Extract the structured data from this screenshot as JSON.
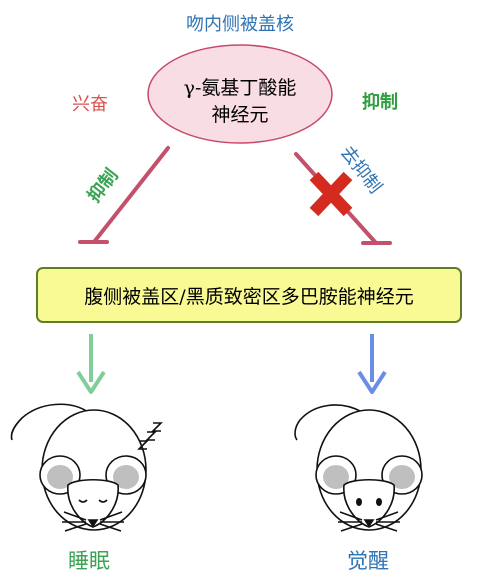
{
  "title": "吻内侧被盖核",
  "ellipse_label": "γ-氨基丁酸能神经元",
  "ellipse_lines": [
    "γ-氨基丁酸能",
    "神经元"
  ],
  "excite_label": "兴奋",
  "inhibit_right_label": "抑制",
  "inhibit_left_label": "抑制",
  "disinhibit_label": "去抑制",
  "box_label": "腹侧被盖区/黑质致密区多巴胺能神经元",
  "sleep_label": "睡眠",
  "wake_label": "觉醒",
  "colors": {
    "title": "#2e74b5",
    "excite": "#d9534f",
    "inhibit": "#2e9e3f",
    "disinhibit": "#2e74b5",
    "ellipse_fill": "#f9dde4",
    "ellipse_stroke": "#c64b6a",
    "inhibit_line": "#c4516b",
    "cross": "#d42a20",
    "box_fill": "#fafa94",
    "box_stroke": "#5f7d27",
    "sleep_arrow": "#7fcf98",
    "wake_arrow": "#6a8ee6"
  },
  "icons": [
    "cross-icon",
    "sleeping-mouse-icon",
    "awake-mouse-icon",
    "zzz-icon"
  ]
}
